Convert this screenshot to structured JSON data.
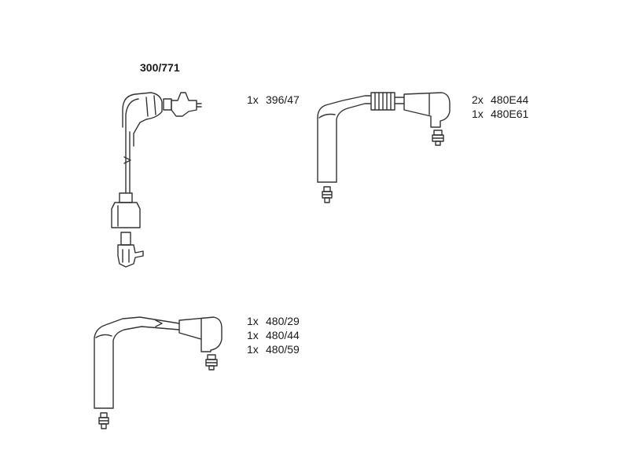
{
  "kit": {
    "part_number": "300/771"
  },
  "components": {
    "group_a": [
      {
        "qty": "1x",
        "code": "396/47"
      }
    ],
    "group_b": [
      {
        "qty": "2x",
        "code": "480E44"
      },
      {
        "qty": "1x",
        "code": "480E61"
      }
    ],
    "group_c": [
      {
        "qty": "1x",
        "code": "480/29"
      },
      {
        "qty": "1x",
        "code": "480/44"
      },
      {
        "qty": "1x",
        "code": "480/59"
      }
    ]
  }
}
